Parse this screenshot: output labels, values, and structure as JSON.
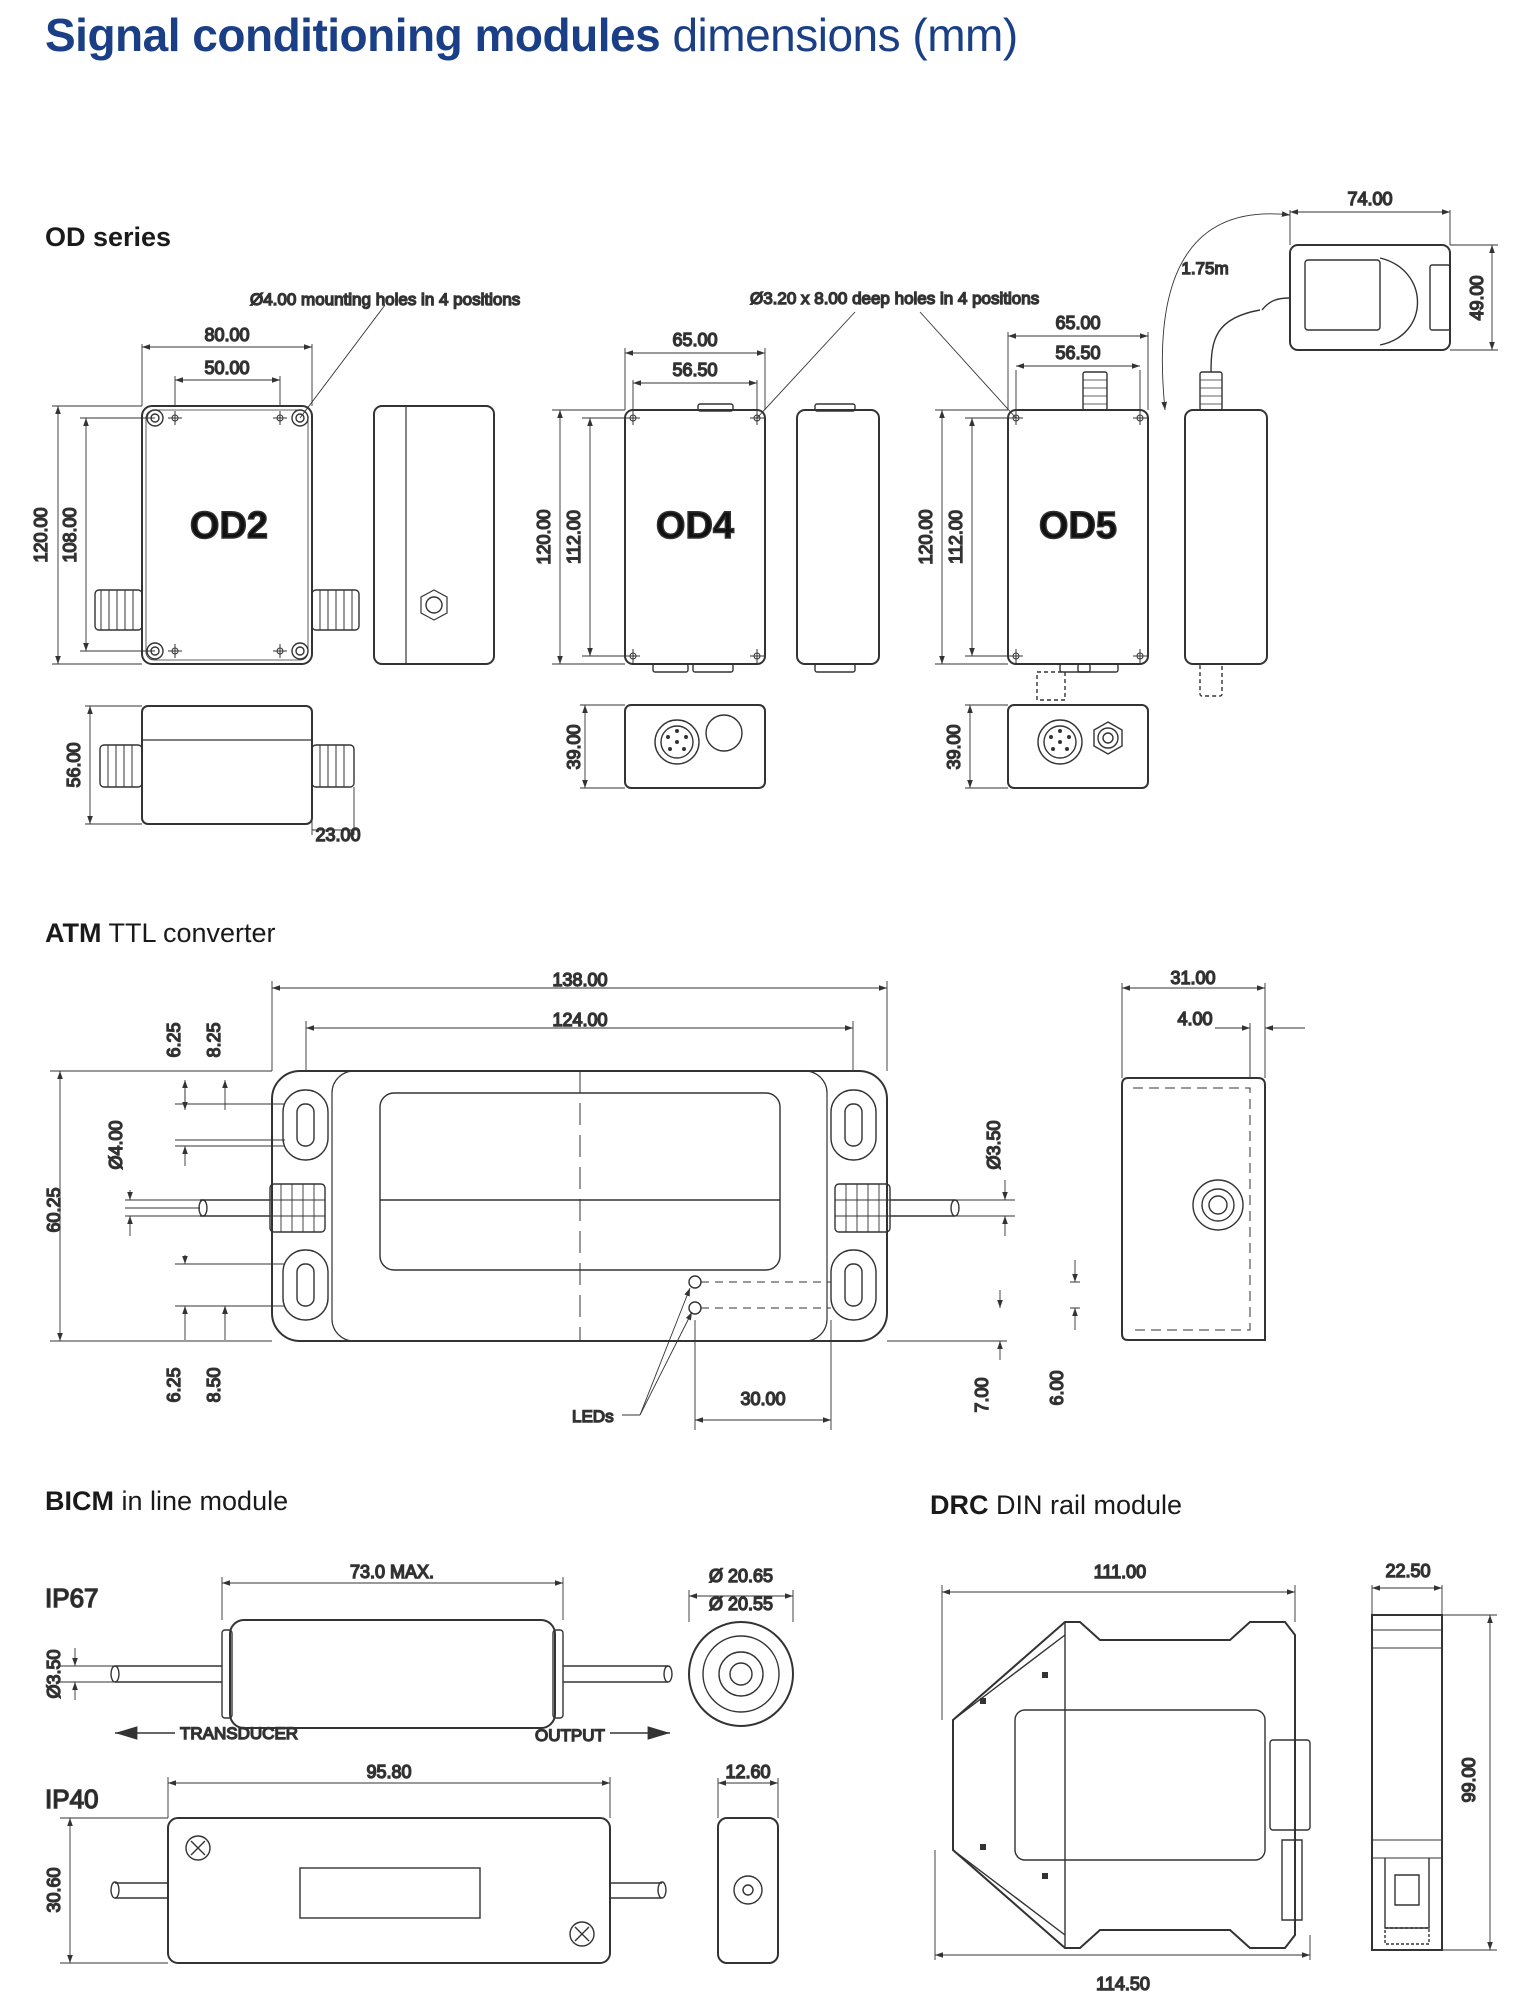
{
  "title": {
    "bold": "Signal conditioning modules",
    "rest": " dimensions (mm)"
  },
  "sections": {
    "od": {
      "bold": "OD series",
      "rest": ""
    },
    "atm": {
      "bold": "ATM",
      "rest": " TTL converter"
    },
    "bicm": {
      "bold": "BICM",
      "rest": " in line module"
    },
    "drc": {
      "bold": "DRC",
      "rest": " DIN rail module"
    }
  },
  "od": {
    "od2_label": "OD2",
    "od4_label": "OD4",
    "od5_label": "OD5",
    "od2_holes_note": "Ø4.00 mounting holes in 4 positions",
    "od45_holes_note": "Ø3.20 x 8.00 deep holes in 4 positions",
    "od2_w_outer": "80.00",
    "od2_w_inner": "50.00",
    "od2_h_outer": "120.00",
    "od2_h_inner": "108.00",
    "od2_depth": "56.00",
    "od2_gland": "23.00",
    "od4_w_outer": "65.00",
    "od4_w_inner": "56.50",
    "od4_h_outer": "120.00",
    "od4_h_inner": "112.00",
    "od4_depth": "39.00",
    "od5_w_outer": "65.00",
    "od5_w_inner": "56.50",
    "od5_h_outer": "120.00",
    "od5_h_inner": "112.00",
    "od5_depth": "39.00",
    "od5_cable": "1.75m",
    "od5_conn_w": "74.00",
    "od5_conn_h": "49.00"
  },
  "atm": {
    "w_outer": "138.00",
    "w_inner": "124.00",
    "h": "60.25",
    "hole_dia": "Ø4.00",
    "cable_dia": "Ø3.50",
    "top_a": "6.25",
    "top_b": "8.25",
    "bot_a": "6.25",
    "bot_b": "8.50",
    "led_spacing": "30.00",
    "led_a": "7.00",
    "led_b": "6.00",
    "leds_label": "LEDs",
    "side_w": "31.00",
    "side_lip": "4.00"
  },
  "bicm": {
    "ip67": "IP67",
    "ip40": "IP40",
    "ip67_len": "73.0 MAX.",
    "cable_dia": "Ø3.50",
    "dia_a": "Ø 20.65",
    "dia_b": "Ø 20.55",
    "transducer": "TRANSDUCER",
    "output": "OUTPUT",
    "ip40_len": "95.80",
    "ip40_h": "30.60",
    "ip40_w": "12.60"
  },
  "drc": {
    "w_top": "111.00",
    "w_bot": "114.50",
    "side_w": "22.50",
    "h": "99.00"
  }
}
